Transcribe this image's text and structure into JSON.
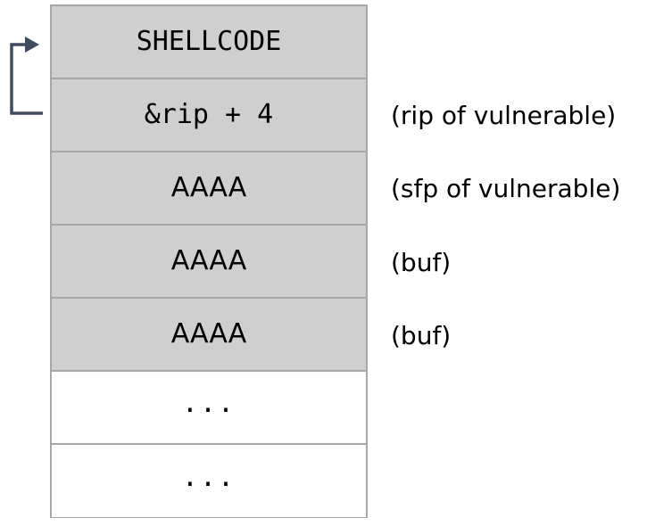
{
  "diagram": {
    "title": "stack-smashing-layout",
    "colors": {
      "cell_fill": "#cfcfcf",
      "cell_empty_fill": "#ffffff",
      "border": "#a8a8a8",
      "arrow": "#3f4c61",
      "text": "#000000"
    },
    "stack": {
      "rows": [
        {
          "value": "SHELLCODE",
          "style": "mono",
          "fill": "gray",
          "annotation": ""
        },
        {
          "value": "&rip + 4",
          "style": "mono",
          "fill": "gray",
          "annotation": "(rip of vulnerable)"
        },
        {
          "value": "AAAA",
          "style": "sans",
          "fill": "gray",
          "annotation": "(sfp of vulnerable)"
        },
        {
          "value": "AAAA",
          "style": "sans",
          "fill": "gray",
          "annotation": "(buf)"
        },
        {
          "value": "AAAA",
          "style": "sans",
          "fill": "gray",
          "annotation": "(buf)"
        },
        {
          "value": "...",
          "style": "dots",
          "fill": "white",
          "annotation": ""
        },
        {
          "value": "...",
          "style": "dots",
          "fill": "white",
          "annotation": ""
        }
      ]
    },
    "annotations": [
      "(rip of vulnerable)",
      "(sfp of vulnerable)",
      "(buf)",
      "(buf)"
    ],
    "arrow": {
      "name": "return-address-jump-arrow",
      "from_row": 1,
      "to_row": 0
    }
  }
}
